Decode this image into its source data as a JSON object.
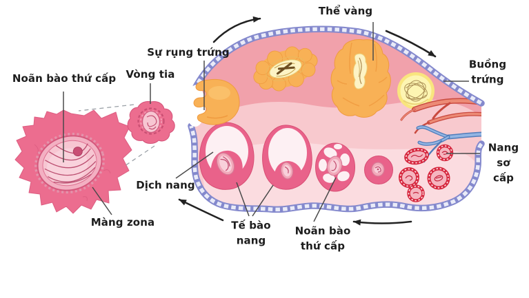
{
  "diagram": {
    "title_hidden": "",
    "labels": {
      "ovulation": "Sự rụng trứng",
      "corpus_luteum": "Thể vàng",
      "ovary": "Buồng trứng",
      "secondary_oocyte": "Noãn bào thứ cấp",
      "corona_radiata": "Vòng tia",
      "follicular_fluid": "Dịch nang",
      "zona_membrane": "Màng zona",
      "follicle_cells": "Tế bào\nnang",
      "secondary_oocyte_2": "Noãn bào\nthứ cấp",
      "primary_follicle": "Nang\nsơ cấp"
    }
  },
  "colors": {
    "background": "#ffffff",
    "label_text": "#1d1d1d",
    "pointer_line": "#4a4a4a",
    "arrow_color": "#222222",
    "dashed_line": "#9aa0a6",
    "membrane_line": "#8489cd",
    "membrane_brick": "#e9ebf8",
    "ovary_outer": "#f1a1ab",
    "ovary_mid": "#f8c9ce",
    "ovary_inner": "#fbdce0",
    "corpus_orange": "#f8b156",
    "corpus_orange_shade": "#ef9a3f",
    "corpus_pale_yellow": "#fdf3c5",
    "follicle_yellow": "#f9e57e",
    "follicle_yellow_light": "#fdf5b2",
    "follicle_pink": "#e9628a",
    "follicle_rim_line": "#d84e74",
    "follicle_antrum": "#fdf0f3",
    "oocyte_ring": "#f2a9ba",
    "oocyte_fill": "#f8d0da",
    "oocyte_line": "#c04a6e",
    "primordial_red": "#d6283f",
    "primordial_fill": "#f5b5bf",
    "artery_red": "#c94a3f",
    "artery_light": "#ec8a75",
    "vein_blue": "#4f7cba",
    "vein_light": "#93b5e3",
    "cell_pink": "#ec6d8f",
    "cell_oval_ring": "#f3b0c2",
    "cell_oval_fill": "#f7c6d2"
  }
}
